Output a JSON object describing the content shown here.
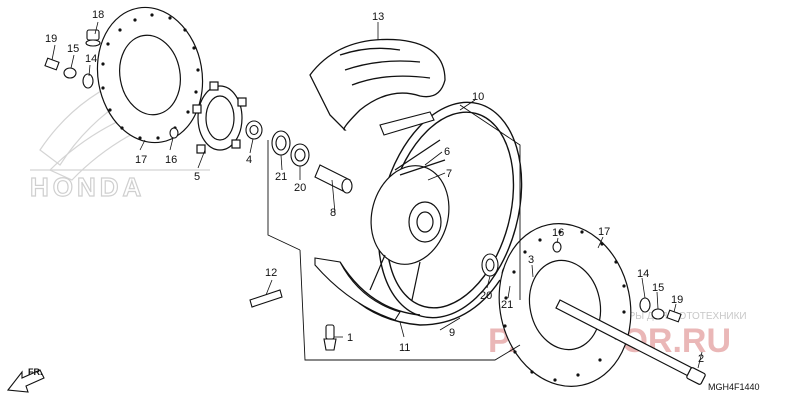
{
  "callouts": [
    {
      "n": "1"
    },
    {
      "n": "2"
    },
    {
      "n": "3"
    },
    {
      "n": "4"
    },
    {
      "n": "5"
    },
    {
      "n": "6"
    },
    {
      "n": "7"
    },
    {
      "n": "8"
    },
    {
      "n": "9"
    },
    {
      "n": "10"
    },
    {
      "n": "11"
    },
    {
      "n": "12"
    },
    {
      "n": "13"
    },
    {
      "n": "14"
    },
    {
      "n": "14"
    },
    {
      "n": "15"
    },
    {
      "n": "15"
    },
    {
      "n": "16"
    },
    {
      "n": "16"
    },
    {
      "n": "17"
    },
    {
      "n": "17"
    },
    {
      "n": "18"
    },
    {
      "n": "19"
    },
    {
      "n": "19"
    },
    {
      "n": "20"
    },
    {
      "n": "20"
    },
    {
      "n": "21"
    },
    {
      "n": "21"
    }
  ],
  "diagram_code": "MGH4F1440",
  "direction_label": "FR.",
  "logo_text": "HONDA",
  "watermark": {
    "tagline": "ЗАПЧАСТИ И АКСЕССУАРЫ ДЛЯ МОТОТЕХНИКИ",
    "brand": "PARTSFOR.RU"
  }
}
